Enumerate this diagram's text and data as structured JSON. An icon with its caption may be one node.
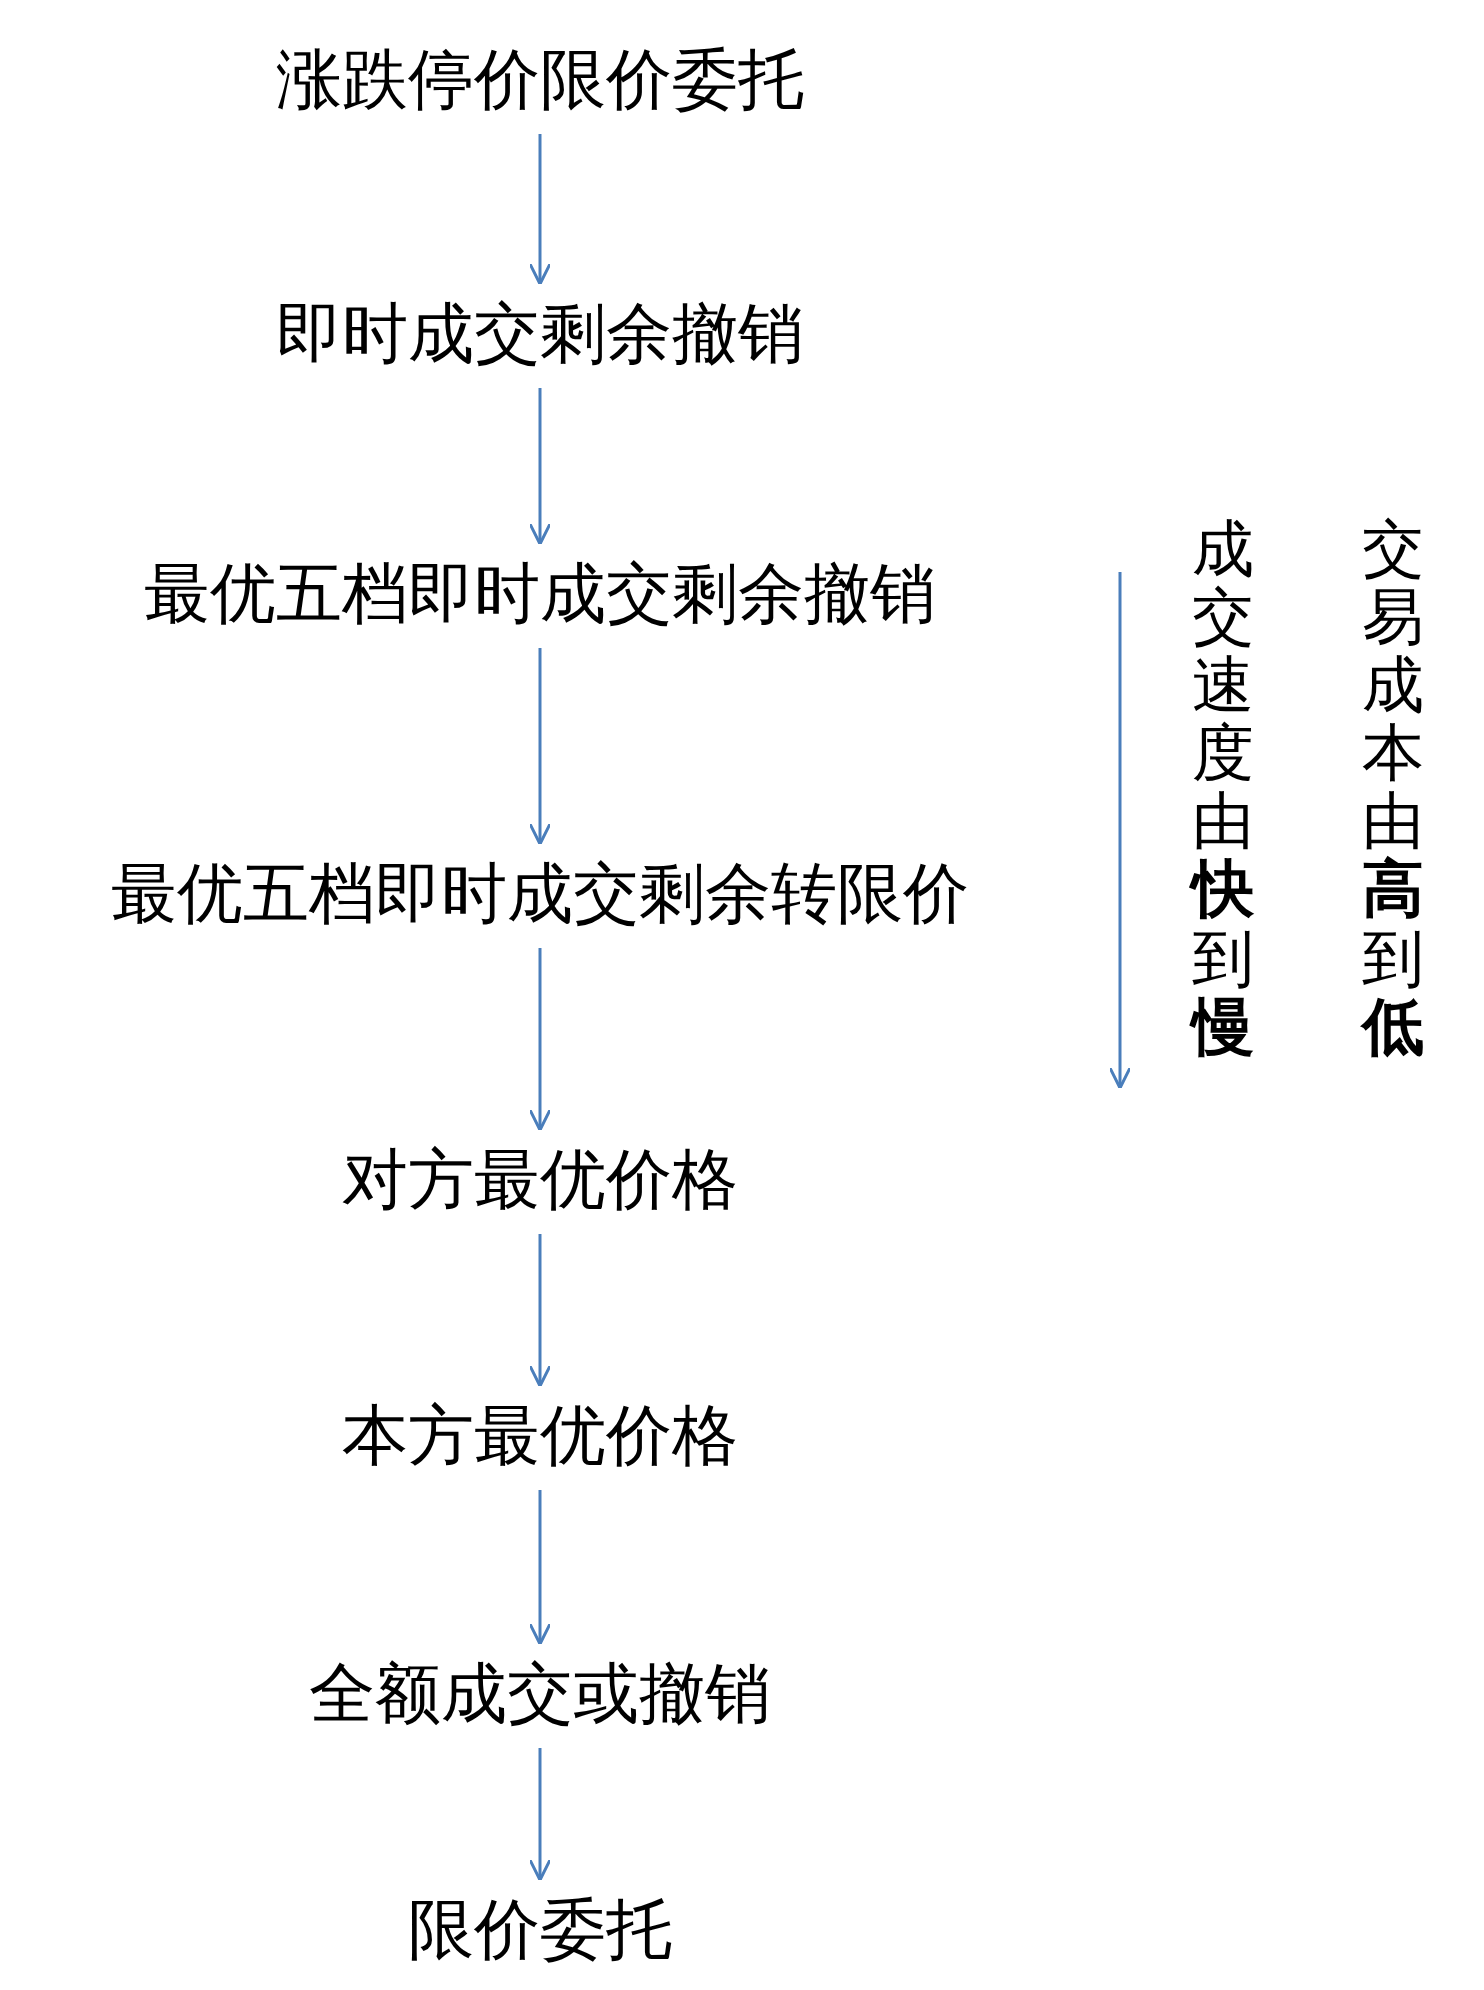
{
  "diagram": {
    "nodes": [
      {
        "text": [
          "涨跌停价限价委托"
        ]
      },
      {
        "text": [
          "即时成交剩余撤销"
        ]
      },
      {
        "text": [
          "最优五档即时成交剩余撤销"
        ]
      },
      {
        "text": [
          "最优五档即时成交剩余转限价"
        ]
      },
      {
        "text": [
          "对方最优价格"
        ]
      },
      {
        "text": [
          "本方最优价格"
        ]
      },
      {
        "text": [
          "全额成交或撤销"
        ]
      },
      {
        "text": [
          "限价委托"
        ]
      }
    ],
    "edges": [
      {
        "from": 0,
        "to": 1,
        "arrow": "to"
      },
      {
        "from": 1,
        "to": 2,
        "arrow": "to"
      },
      {
        "from": 2,
        "to": 3,
        "arrow": "to"
      },
      {
        "from": 3,
        "to": 4,
        "arrow": "to"
      },
      {
        "from": 4,
        "to": 5,
        "arrow": "to"
      },
      {
        "from": 5,
        "to": 6,
        "arrow": "to"
      },
      {
        "from": 6,
        "to": 7,
        "arrow": "to"
      }
    ],
    "labels": [
      "成交速度由**快**到**慢**",
      "交易成本由**高**到**低**"
    ]
  }
}
